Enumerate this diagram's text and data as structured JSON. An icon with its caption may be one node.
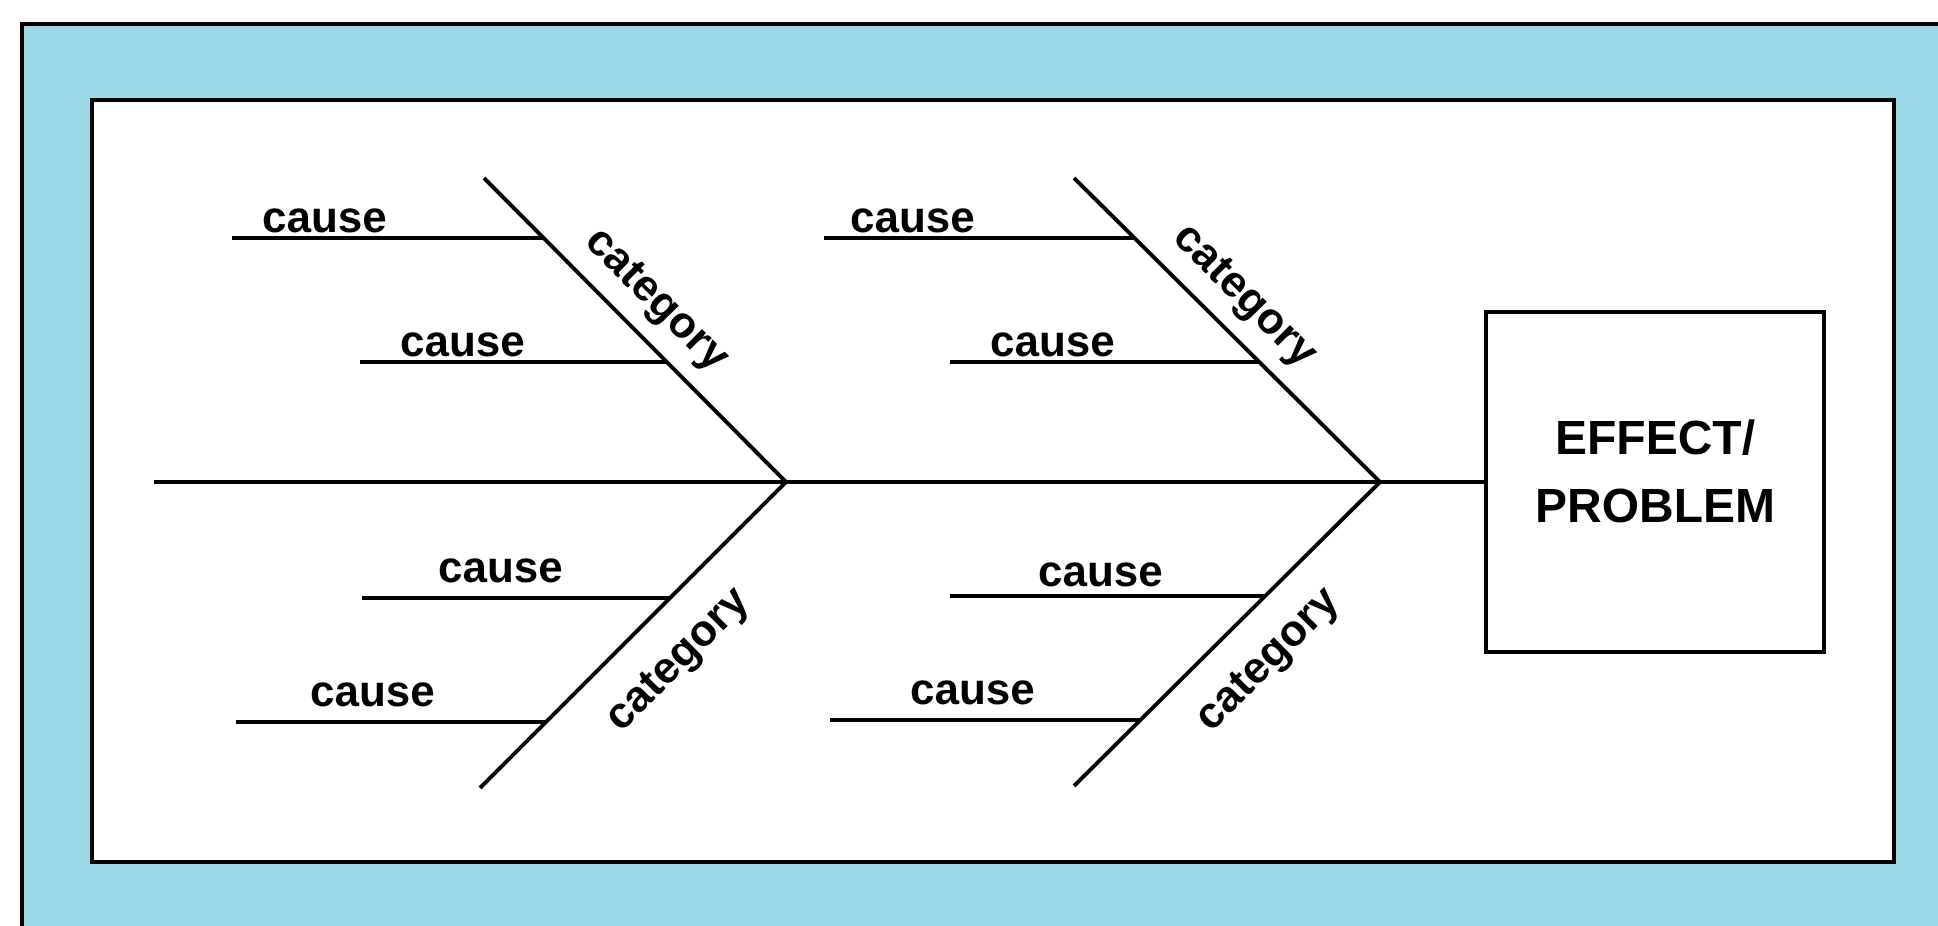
{
  "diagram": {
    "nodes": [
      {
        "text": [
          "cause"
        ]
      },
      {
        "text": [
          "cause"
        ]
      },
      {
        "text": [
          "category"
        ]
      },
      {
        "text": [
          "category"
        ]
      },
      {
        "text": [
          "cause"
        ]
      },
      {
        "text": [
          "cause"
        ]
      },
      {
        "text": [
          "EFFECT/ PROBLEM"
        ]
      },
      {
        "text": [
          "cause"
        ]
      },
      {
        "text": [
          "cause"
        ]
      },
      {
        "text": [
          "category"
        ]
      },
      {
        "text": [
          "category"
        ]
      },
      {
        "text": [
          "cause"
        ]
      },
      {
        "text": [
          "cause"
        ]
      }
    ],
    "edges": [
      {
        "from": 0,
        "to": 2,
        "arrow": "none"
      },
      {
        "from": 4,
        "to": 2,
        "arrow": "none"
      },
      {
        "from": 1,
        "to": 3,
        "arrow": "none"
      },
      {
        "from": 5,
        "to": 3,
        "arrow": "none"
      },
      {
        "from": 7,
        "to": 9,
        "arrow": "none"
      },
      {
        "from": 11,
        "to": 9,
        "arrow": "none"
      },
      {
        "from": 8,
        "to": 10,
        "arrow": "none"
      },
      {
        "from": 12,
        "to": 10,
        "arrow": "none"
      },
      {
        "from": 2,
        "to": 6,
        "arrow": "none"
      },
      {
        "from": 3,
        "to": 6,
        "arrow": "none"
      },
      {
        "from": 9,
        "to": 6,
        "arrow": "none"
      },
      {
        "from": 10,
        "to": 6,
        "arrow": "none"
      }
    ]
  }
}
